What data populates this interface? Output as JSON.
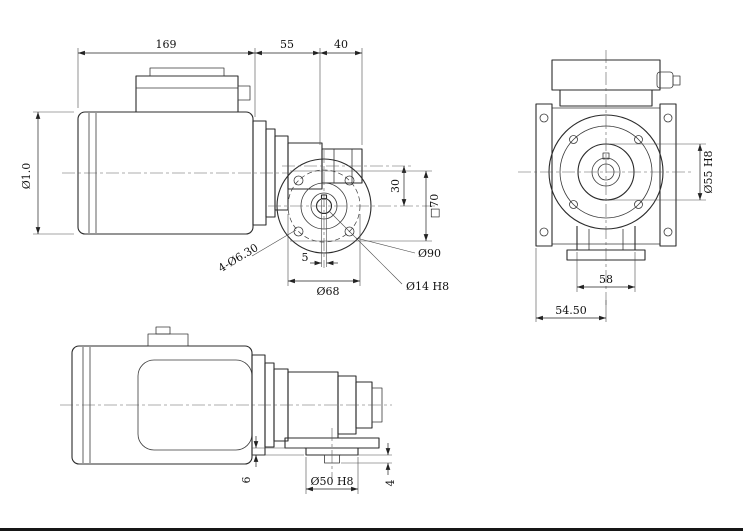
{
  "frame": {
    "background": "#ffffff",
    "line_color": "#161616"
  },
  "side_view": {
    "dims": {
      "motor_length": "169",
      "adapter_length": "55",
      "input_length": "40",
      "motor_diameter": "Ø1.0",
      "center_height": "30",
      "square_flange": "□70",
      "flange_od": "Ø90",
      "output_bore": "Ø14 H8",
      "bolt_circle": "Ø68",
      "keyway_width": "5",
      "mount_holes": "4-Ø6.30"
    }
  },
  "front_view": {
    "dims": {
      "pilot_diameter": "Ø55 H8",
      "body_width": "58",
      "foot_offset": "54.50"
    }
  },
  "plan_view": {
    "dims": {
      "boss_diameter": "Ø50 H8",
      "boss_height": "6",
      "shaft_step": "4"
    }
  }
}
